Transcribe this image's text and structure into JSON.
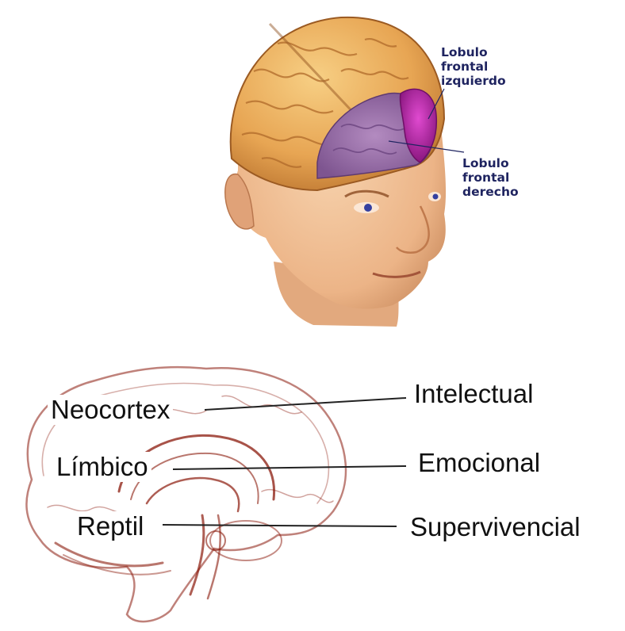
{
  "top_figure": {
    "labels": {
      "left_lobe": [
        "Lobulo",
        "frontal",
        "izquierdo"
      ],
      "right_lobe": [
        "Lobulo",
        "frontal",
        "derecho"
      ]
    },
    "colors": {
      "brain": "#e9a95b",
      "right_lobe": "#9a6ea7",
      "left_lobe": "#c027b2",
      "skin": "#f0c39b",
      "label_text": "#1f2460"
    }
  },
  "bottom_figure": {
    "layers": [
      {
        "name": "Neocortex",
        "function": "Intelectual"
      },
      {
        "name": "Límbico",
        "function": "Emocional"
      },
      {
        "name": "Reptil",
        "function": "Supervivencial"
      }
    ],
    "colors": {
      "outline": "#8b1a0c",
      "text": "#111111"
    }
  }
}
